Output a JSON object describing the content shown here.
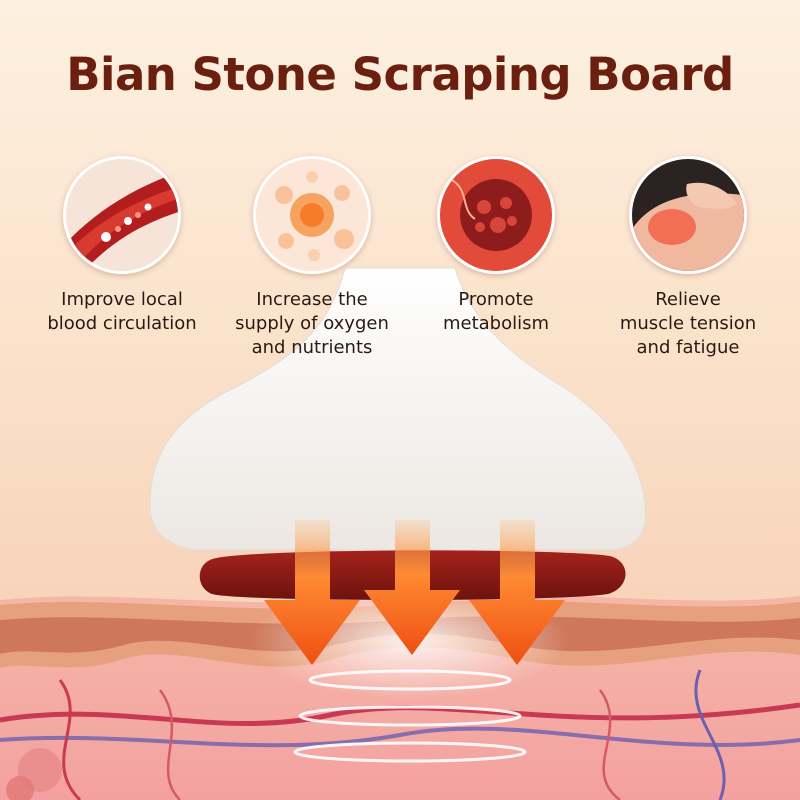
{
  "title": "Bian Stone Scraping Board",
  "benefits": [
    {
      "icon": "blood-vessel-icon",
      "lines": [
        "Improve local",
        "blood circulation"
      ]
    },
    {
      "icon": "oxygen-bubbles-icon",
      "lines": [
        "Increase the",
        "supply of oxygen",
        "and nutrients"
      ]
    },
    {
      "icon": "cell-metabolism-icon",
      "lines": [
        "Promote",
        "metabolism"
      ]
    },
    {
      "icon": "shoulder-pain-icon",
      "lines": [
        "Relieve",
        "muscle tension",
        "and fatigue"
      ]
    }
  ],
  "colors": {
    "title": "#6b1f0f",
    "arrow": "#f26a1b",
    "stone": "#8e1a14",
    "skin": "#f2a9a0"
  }
}
